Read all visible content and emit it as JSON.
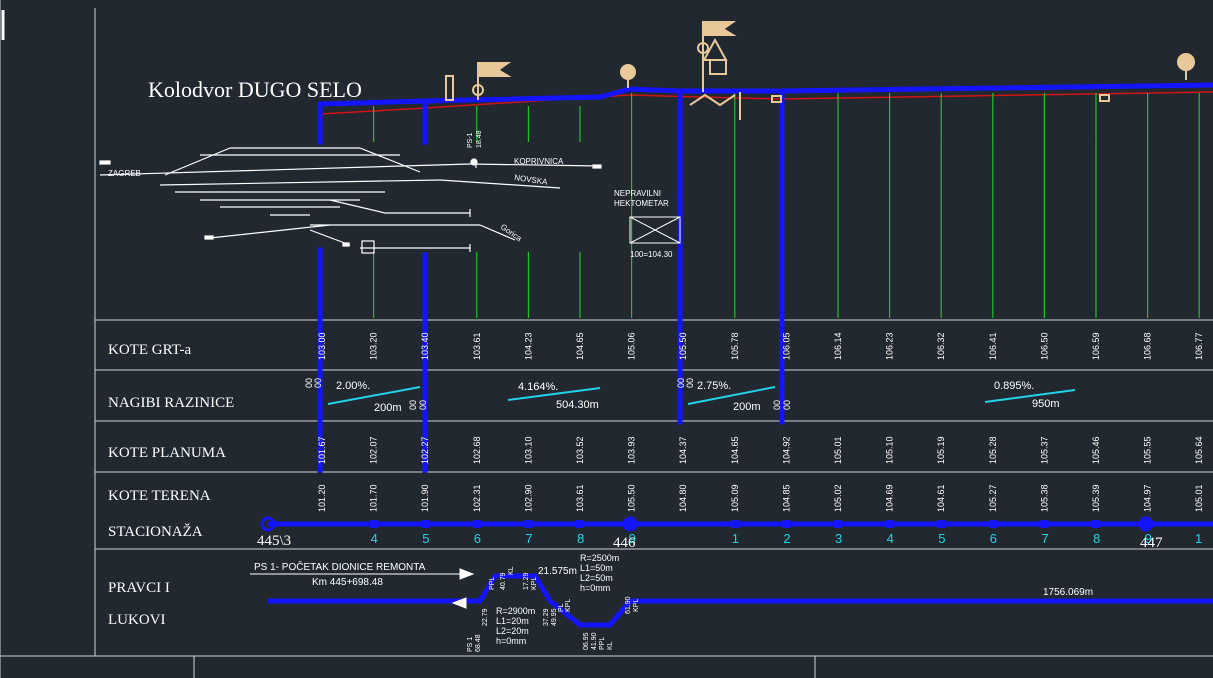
{
  "colors": {
    "background": "#212830",
    "grid": "#cfd3d8",
    "rail": "#1414ff",
    "vertical": "#22c22a",
    "top_profile": "#d01414",
    "slope": "#22d3e8",
    "signal": "#e8c898"
  },
  "header": {
    "title": "Kolodvor DUGO SELO"
  },
  "station_labels": {
    "zagreb": "ZAGREB",
    "koprivnica": "KOPRIVNICA",
    "novska": "NOVSKA",
    "gorica": "Gorica",
    "ps_top": "PS-1",
    "ps_top_km": "18.48",
    "nepravilni": "NEPRAVILNI",
    "hektometar": "HEKTOMETAR",
    "hm_note": "100=104.30"
  },
  "row_labels": {
    "kote_grt": "KOTE GRT-a",
    "nagibi": "NAGIBI RAZINICE",
    "kote_planuma": "KOTE PLANUMA",
    "kote_terena": "KOTE TERENA",
    "stacionaza": "STACIONAŽA",
    "pravci": "PRAVCI  I",
    "lukovi": "LUKOVI"
  },
  "kote_grt": [
    "103.00",
    "103.20",
    "103.40",
    "103.61",
    "104.23",
    "104.65",
    "105.06",
    "105.50",
    "105.78",
    "106.05",
    "106.14",
    "106.23",
    "106.32",
    "106.41",
    "106.50",
    "106.59",
    "106.68",
    "106.77"
  ],
  "kote_planuma": [
    "101.67",
    "102.07",
    "102.27",
    "102.68",
    "103.10",
    "103.52",
    "103.93",
    "104.37",
    "104.65",
    "104.92",
    "105.01",
    "105.10",
    "105.19",
    "105.28",
    "105.37",
    "105.46",
    "105.55",
    "105.64"
  ],
  "kote_terena": [
    "101.20",
    "101.70",
    "101.90",
    "102.31",
    "102.90",
    "103.61",
    "105.50",
    "104.80",
    "105.09",
    "104.85",
    "105.02",
    "104.69",
    "104.61",
    "105.27",
    "105.38",
    "105.39",
    "104.97",
    "105.01"
  ],
  "stationing": {
    "km_labels": [
      "445\\3",
      "446",
      "447"
    ],
    "hm_labels": [
      "4",
      "5",
      "6",
      "7",
      "8",
      "9",
      "1",
      "2",
      "3",
      "4",
      "5",
      "6",
      "7",
      "8",
      "9",
      "1"
    ]
  },
  "slopes": [
    {
      "grade": "2.00%.",
      "length": "200m"
    },
    {
      "grade": "4.164%.",
      "length": "504.30m"
    },
    {
      "grade": "2.75%.",
      "length": "200m"
    },
    {
      "grade": "0.895%.",
      "length": "950m"
    }
  ],
  "slope_break_labels": [
    "00",
    "00",
    "00",
    "00",
    "00",
    "00",
    "00",
    "00"
  ],
  "alignment": {
    "ps_label": "PS 1- POČETAK DIONICE REMONTA",
    "ps_km": "Km 445+698.48",
    "straight_1": "21.575m",
    "curve_1": [
      "R=2500m",
      "L1=50m",
      "L2=50m",
      "h=0mm"
    ],
    "curve_2": [
      "R=2900m",
      "L1=20m",
      "L2=20m",
      "h=0mm"
    ],
    "straight_2": "1756.069m",
    "small_labels": [
      "PS 1",
      "68.48",
      "22.79",
      "40.79",
      "17.29",
      "37.29",
      "49.95",
      "06.95",
      "41.90",
      "61.90"
    ],
    "marks": [
      "PPL",
      "KL",
      "KPL",
      "PL",
      "KPL",
      "PPL",
      "KL",
      "KPL"
    ]
  }
}
